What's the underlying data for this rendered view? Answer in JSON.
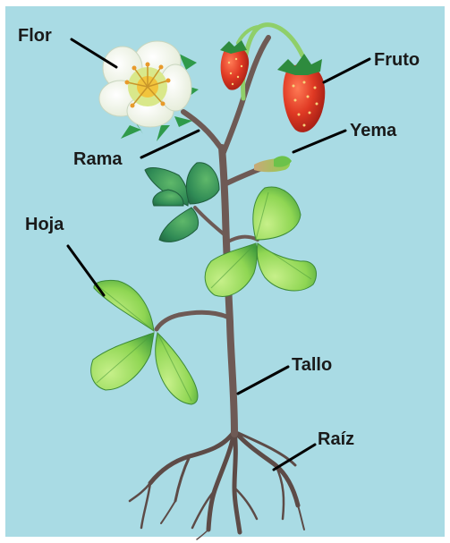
{
  "colors": {
    "background": "#a9dbe4",
    "stem": "#6e5a55",
    "root": "#5d4b47",
    "leaf_light": "#9fe060",
    "leaf_dark": "#2e7d4c",
    "strawberry": "#d93a26",
    "petal": "#fbfbf4"
  },
  "labels": {
    "flor": "Flor",
    "fruto": "Fruto",
    "yema": "Yema",
    "rama": "Rama",
    "hoja": "Hoja",
    "tallo": "Tallo",
    "raiz": "Raíz"
  }
}
